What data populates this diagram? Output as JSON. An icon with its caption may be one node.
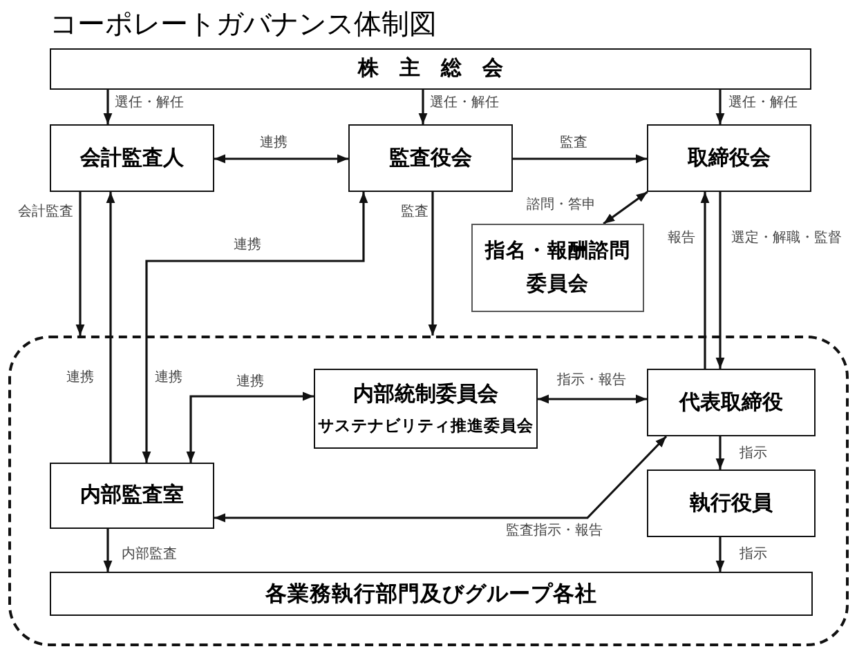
{
  "diagram": {
    "title": "コーポレートガバナンス体制図",
    "nodes": [
      {
        "text": [
          "株主総会"
        ]
      },
      {
        "text": [
          "会計監査人"
        ]
      },
      {
        "text": [
          "監査役会"
        ]
      },
      {
        "text": [
          "取締役会"
        ]
      },
      {
        "text": [
          "指名・報酬諮問委員会"
        ]
      },
      {
        "text": [],
        "shape": "box"
      },
      {
        "text": [
          "内部統制委員会",
          "サステナビリティ推進委員会"
        ],
        "in": 5
      },
      {
        "text": [
          "代表取締役"
        ],
        "in": 5
      },
      {
        "text": [
          "内部監査室"
        ],
        "in": 5
      },
      {
        "text": [
          "執行役員"
        ],
        "in": 5
      },
      {
        "text": [
          "各業務執行部門及びグループ各社"
        ],
        "in": 5
      }
    ],
    "edges": [
      {
        "from": 0,
        "to": 1,
        "arrow": "to",
        "label": "選任・解任"
      },
      {
        "from": 0,
        "to": 2,
        "arrow": "to",
        "label": "選任・解任"
      },
      {
        "from": 0,
        "to": 3,
        "arrow": "to",
        "label": "選任・解任"
      },
      {
        "from": 1,
        "to": 2,
        "arrow": "both",
        "label": "連携"
      },
      {
        "from": 2,
        "to": 3,
        "arrow": "to",
        "label": "監査"
      },
      {
        "from": 3,
        "to": 4,
        "arrow": "both",
        "label": "諮問・答申"
      },
      {
        "from": 1,
        "to": 5,
        "arrow": "to",
        "label": "会計監査"
      },
      {
        "from": 8,
        "to": 1,
        "arrow": "to",
        "label": "連携"
      },
      {
        "from": 2,
        "to": 8,
        "arrow": "both",
        "label": "連携"
      },
      {
        "from": 2,
        "to": 5,
        "arrow": "to",
        "label": "監査"
      },
      {
        "from": 7,
        "to": 3,
        "arrow": "to",
        "label": "報告"
      },
      {
        "from": 3,
        "to": 7,
        "arrow": "to",
        "label": "選定・解職・監督"
      },
      {
        "from": 8,
        "to": 6,
        "arrow": "both",
        "label": "連携"
      },
      {
        "from": 6,
        "to": 7,
        "arrow": "both",
        "label": "指示・報告"
      },
      {
        "from": 7,
        "to": 9,
        "arrow": "to",
        "label": "指示"
      },
      {
        "from": 7,
        "to": 8,
        "arrow": "both",
        "label": "監査指示・報告"
      },
      {
        "from": 8,
        "to": 10,
        "arrow": "to",
        "label": "内部監査"
      },
      {
        "from": 9,
        "to": 10,
        "arrow": "to",
        "label": "指示"
      }
    ],
    "labels": [
      "連携"
    ]
  }
}
